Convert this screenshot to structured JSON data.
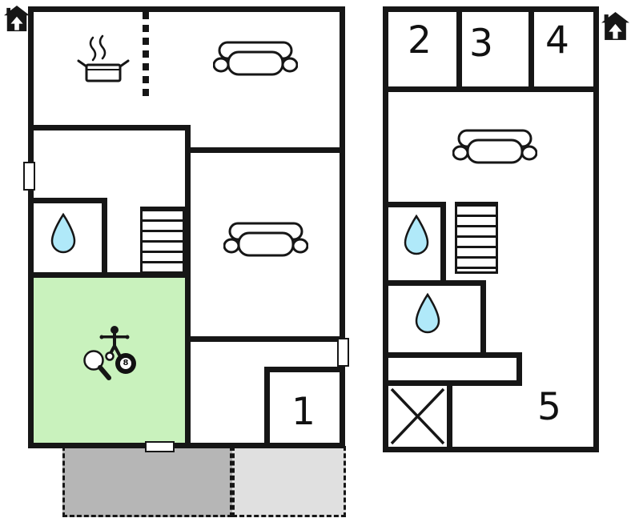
{
  "colors": {
    "wall": "#161616",
    "game_room_fill": "#c9f2bd",
    "water_drop_fill": "#b0e9f9",
    "terrace_dark": "#b6b6b6",
    "terrace_light": "#e0e0e0"
  },
  "floor_left": {
    "room_labels": {
      "room1": "1"
    },
    "billiard_ball": "8",
    "icons": [
      "house-entrance-icon",
      "cooking-pot-icon",
      "steam-icon",
      "sofa-icon",
      "sofa-icon",
      "shower-drop-icon",
      "stairs-icon",
      "foosball-player-icon",
      "table-tennis-paddle-icon",
      "billiard-8-ball-icon",
      "door-opening",
      "door-opening",
      "door-opening",
      "terrace-dark",
      "terrace-light"
    ]
  },
  "floor_right": {
    "room_labels": {
      "room2": "2",
      "room3": "3",
      "room4": "4",
      "room5": "5"
    },
    "icons": [
      "house-entrance-icon",
      "sofa-icon",
      "shower-drop-icon",
      "shower-drop-icon",
      "stairs-icon",
      "cross-mark-icon"
    ]
  }
}
